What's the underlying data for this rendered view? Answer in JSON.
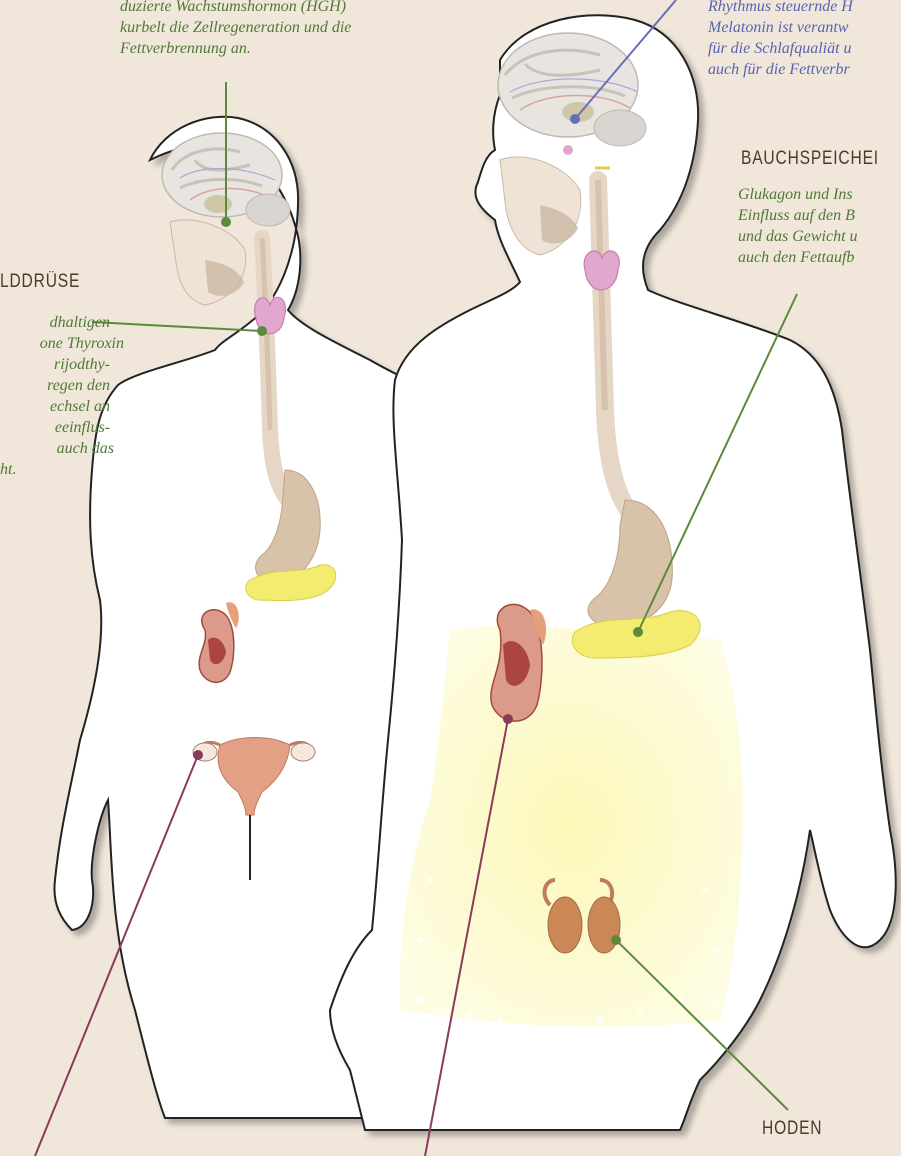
{
  "labels": {
    "hgh_text": {
      "lines": [
        "duzierte Wachstumshormon (HGH)",
        "kurbelt die Zellregeneration und die",
        "Fettverbrennung an."
      ]
    },
    "melatonin_text": {
      "lines": [
        "Rhythmus steuernde H",
        "Melatonin ist verantw",
        "für die Schlafqualiät u",
        "auch für die Fettverbr"
      ]
    },
    "thyroid": {
      "heading": "LDDRÜSE",
      "lines": [
        "dhaltigen",
        "one Thyroxin",
        "rijodthy-",
        "regen den",
        "echsel an",
        "eeinflus-",
        "auch das",
        "ht."
      ]
    },
    "pancreas": {
      "heading": "BAUCHSPEICHEI",
      "lines": [
        "Glukagon und Ins",
        "Einfluss auf den B",
        "und das Gewicht u",
        "auch den Fettaufb"
      ]
    },
    "testes": {
      "heading": "HODEN"
    }
  },
  "colors": {
    "background": "#f0e6da",
    "green_line": "#5b8a3c",
    "blue_line": "#6670b8",
    "maroon_line": "#8a3a5a",
    "body_fill": "#ffffff",
    "body_stroke": "#222222"
  }
}
